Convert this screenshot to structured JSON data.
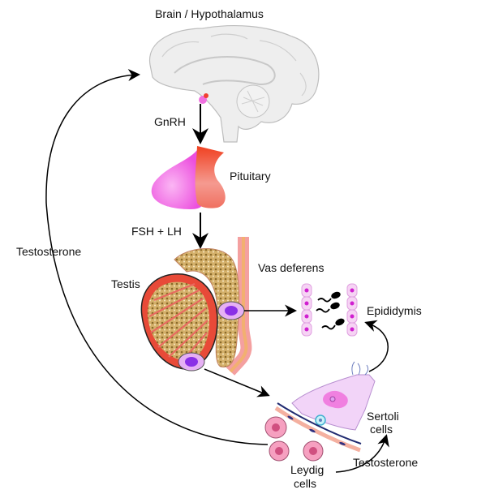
{
  "diagram": {
    "title": "Hypothalamic-pituitary-testicular axis",
    "labels": {
      "brain": "Brain / Hypothalamus",
      "gnrh": "GnRH",
      "pituitary": "Pituitary",
      "fsh_lh": "FSH + LH",
      "testis": "Testis",
      "vas_deferens": "Vas deferens",
      "epididymis": "Epididymis",
      "testosterone_feedback": "Testosterone",
      "sertoli_line1": "Sertoli",
      "sertoli_line2": "cells",
      "leydig_line1": "Leydig",
      "leydig_line2": "cells",
      "testosterone_local": "Testosterone"
    },
    "colors": {
      "brain": "#ececec",
      "pituitary_anterior": "#f060e0",
      "pituitary_posterior": "#f05030",
      "testis": "#e04030",
      "tubule": "#c8a050",
      "cell_membrane": "#e0a0f0",
      "cell_nucleus": "#8030e0",
      "sertoli": "#f0d0f8",
      "leydig": "#f080a0",
      "arrow": "#000000"
    }
  }
}
